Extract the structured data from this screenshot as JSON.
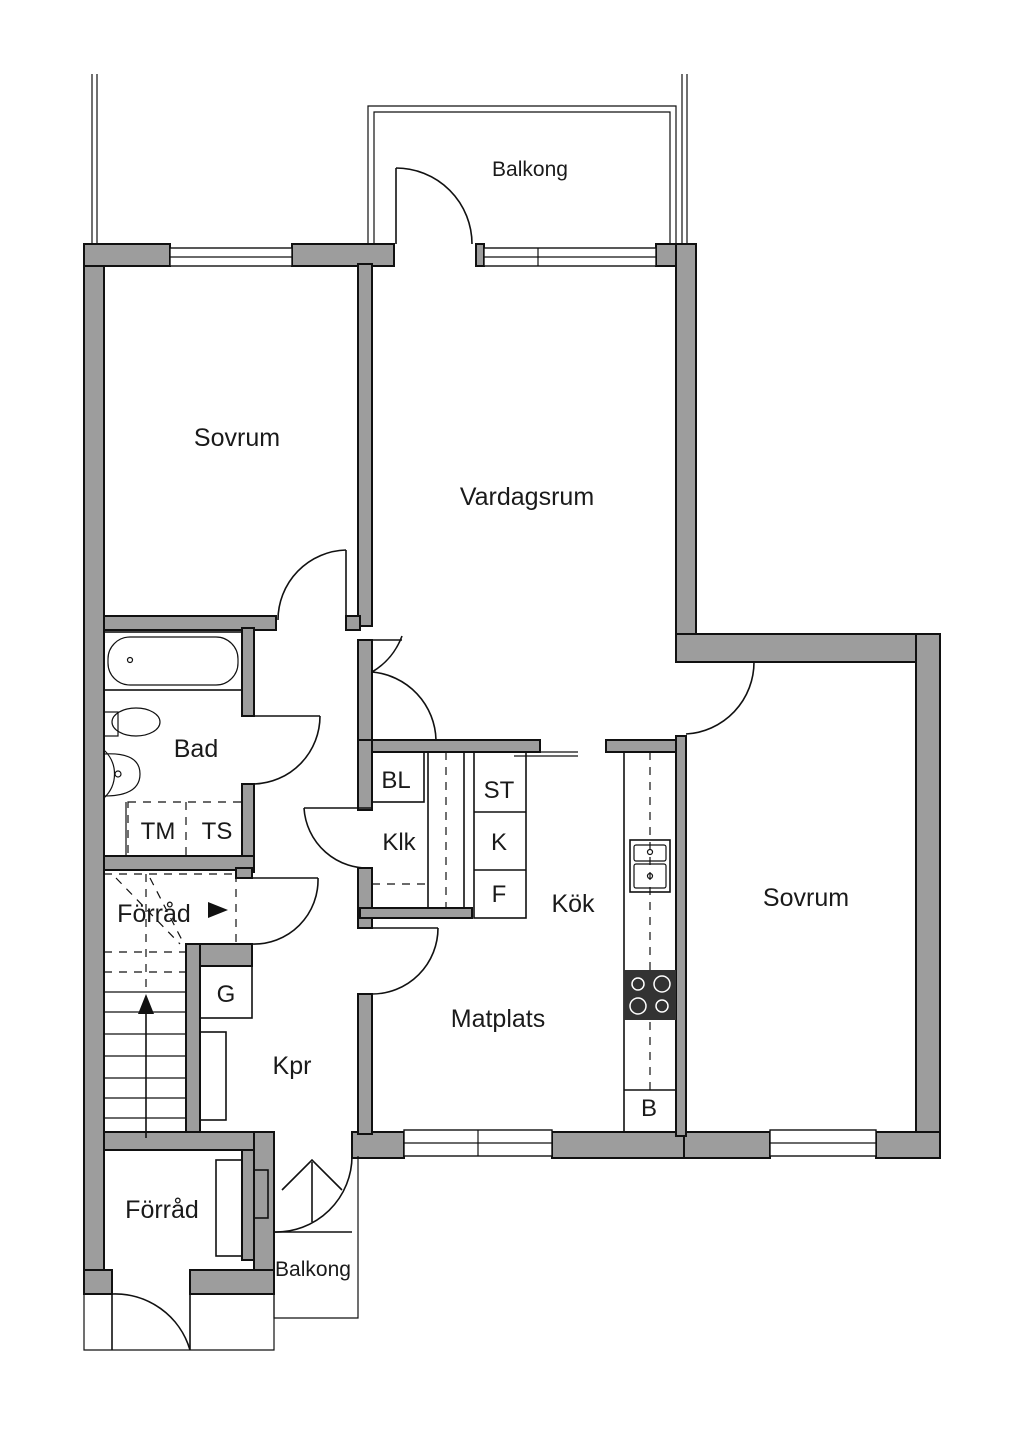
{
  "rooms": {
    "balkong_top": "Balkong",
    "sovrum_left": "Sovrum",
    "vardagsrum": "Vardagsrum",
    "bad": "Bad",
    "tm": "TM",
    "ts": "TS",
    "bl": "BL",
    "klk": "Klk",
    "st": "ST",
    "k": "K",
    "f": "F",
    "kok": "Kök",
    "sovrum_right": "Sovrum",
    "forrad_stairs": "Förråd",
    "g": "G",
    "matplats": "Matplats",
    "kpr": "Kpr",
    "b": "B",
    "forrad_bottom": "Förråd",
    "balkong_bottom": "Balkong"
  },
  "colors": {
    "wall": "#9d9d9d",
    "line": "#111111",
    "background": "#ffffff"
  },
  "icons": [
    "bathtub-icon",
    "toilet-icon",
    "washbasin-icon",
    "sink-icon",
    "stove-icon",
    "stair-arrow-icon",
    "entry-arrow-icon"
  ]
}
